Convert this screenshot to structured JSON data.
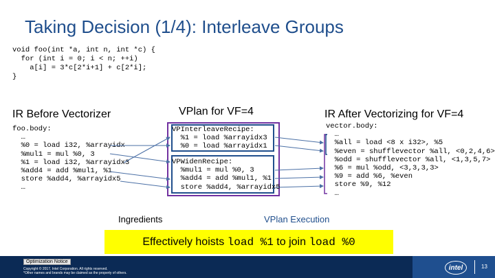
{
  "title": "Taking Decision (1/4): Interleave Groups",
  "source_code": [
    "void foo(int *a, int n, int *c) {",
    "  for (int i = 0; i < n; ++i)",
    "    a[i] = 3*c[2*i+1] + c[2*i];",
    "}"
  ],
  "before": {
    "heading": "IR Before Vectorizer",
    "lines": [
      "foo.body:",
      "  …",
      "  %0 = load i32, %arrayidx",
      "  %mul1 = mul %0, 3",
      "  %1 = load i32, %arrayidx3",
      "  %add4 = add %mul1, %1",
      "  store %add4, %arrayidx5",
      "  …"
    ]
  },
  "vplan": {
    "heading": "VPlan for VF=4",
    "recipe1_lines": [
      "VPInterleaveRecipe:",
      "  %1 = load %arrayidx3",
      "  %0 = load %arrayidx1"
    ],
    "recipe2_lines": [
      "VPWidenRecipe:",
      "  %mul1 = mul %0, 3",
      "  %add4 = add %mul1, %1",
      "  store %add4, %arrayidx5"
    ]
  },
  "after": {
    "heading": "IR After Vectorizing for VF=4",
    "lines": [
      "vector.body:",
      "  …",
      "  %all = load <8 x i32>, %5",
      "  %even = shufflevector %all, <0,2,4,6>",
      "  %odd = shufflevector %all, <1,3,5,7>",
      "  %6 = mul %odd, <3,3,3,3>",
      "  %9 = add %6, %even",
      "  store %9, %12",
      "  …"
    ]
  },
  "labels": {
    "ingredients": "Ingredients",
    "vplan_execution": "VPlan Execution"
  },
  "highlight": {
    "part1": "Effectively hoists ",
    "code1": "load %1",
    "part2": " to join ",
    "code2": "load %0"
  },
  "footer": {
    "notice": "Optimization Notice",
    "copyright_line1": "Copyright © 2017, Intel Corporation. All rights reserved.",
    "copyright_line2": "*Other names and brands may be claimed as the property of others.",
    "logo_text": "intel",
    "page_number": "13"
  },
  "colors": {
    "title": "#1f4e8c",
    "box_purple": "#7030a0",
    "box_blue": "#1f4e8c",
    "highlight": "#ffff00",
    "footer": "#0b2a55"
  }
}
